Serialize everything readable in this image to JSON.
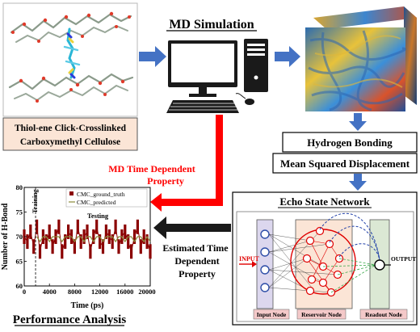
{
  "molecule_caption": [
    "Thiol-ene Click-Crosslinked",
    "Carboxymethyl Cellulose"
  ],
  "md_title": "MD Simulation",
  "h_bonding": "Hydrogen Bonding",
  "msd": "Mean Squared Displacement",
  "md_property": [
    "MD Time Dependent",
    "Property"
  ],
  "esn_title": "Echo State Network",
  "esn_input": "INPUT",
  "esn_output": "OUTPUT",
  "esn_labels": {
    "input": "Input Node",
    "reservoir": "Reservoir Node",
    "readout": "Readout Node"
  },
  "estimated": [
    "Estimated Time",
    "Dependent",
    "Property"
  ],
  "performance": "Performance Analysis",
  "colors": {
    "arrow_blue": "#4472c4",
    "arrow_red": "#ff0000",
    "caption_bg": "#fbe5d6",
    "esn_red": "#e00000"
  },
  "chart_data": {
    "type": "line",
    "xlabel": "Time (ps)",
    "ylabel": "Number of H-Bond",
    "xlim": [
      0,
      20000
    ],
    "ylim": [
      60,
      80
    ],
    "xticks": [
      "0",
      "4000",
      "8000",
      "12000",
      "16000",
      "20000"
    ],
    "yticks": [
      "60",
      "65",
      "70",
      "75",
      "80"
    ],
    "annotations": [
      "Training",
      "Testing"
    ],
    "train_end": 1800,
    "series": [
      {
        "name": "CMC_ground_truth",
        "color": "#8b0000",
        "x": [
          0,
          500,
          1000,
          1500,
          2000,
          2500,
          3000,
          3500,
          4000,
          4500,
          5000,
          5500,
          6000,
          6500,
          7000,
          7500,
          8000,
          8500,
          9000,
          9500,
          10000,
          10500,
          11000,
          11500,
          12000,
          12500,
          13000,
          13500,
          14000,
          14500,
          15000,
          15500,
          16000,
          16500,
          17000,
          17500,
          18000,
          18500,
          19000,
          19500,
          20000
        ],
        "y": [
          70,
          69,
          71,
          68,
          72,
          67,
          70,
          69,
          71,
          68,
          70,
          72,
          67,
          69,
          71,
          70,
          68,
          72,
          69,
          70,
          71,
          67,
          70,
          72,
          69,
          68,
          71,
          70,
          69,
          72,
          68,
          70,
          71,
          69,
          67,
          70,
          72,
          68,
          70,
          69,
          67
        ]
      },
      {
        "name": "CMC_predicted",
        "color": "#8a8a3a",
        "x": [
          2000,
          2500,
          3000,
          3500,
          4000,
          4500,
          5000,
          5500,
          6000,
          6500,
          7000,
          7500,
          8000,
          8500,
          9000,
          9500,
          10000,
          10500,
          11000,
          11500,
          12000,
          12500,
          13000,
          13500,
          14000,
          14500,
          15000,
          15500,
          16000,
          16500,
          17000,
          17500,
          18000,
          18500,
          19000,
          19500,
          20000
        ],
        "y": [
          70,
          69,
          70,
          70,
          69,
          70,
          70,
          70,
          69,
          70,
          70,
          70,
          69,
          70,
          70,
          69,
          70,
          70,
          69,
          70,
          70,
          69,
          70,
          70,
          70,
          69,
          70,
          70,
          69,
          70,
          70,
          69,
          70,
          70,
          69,
          70,
          69
        ]
      }
    ]
  }
}
